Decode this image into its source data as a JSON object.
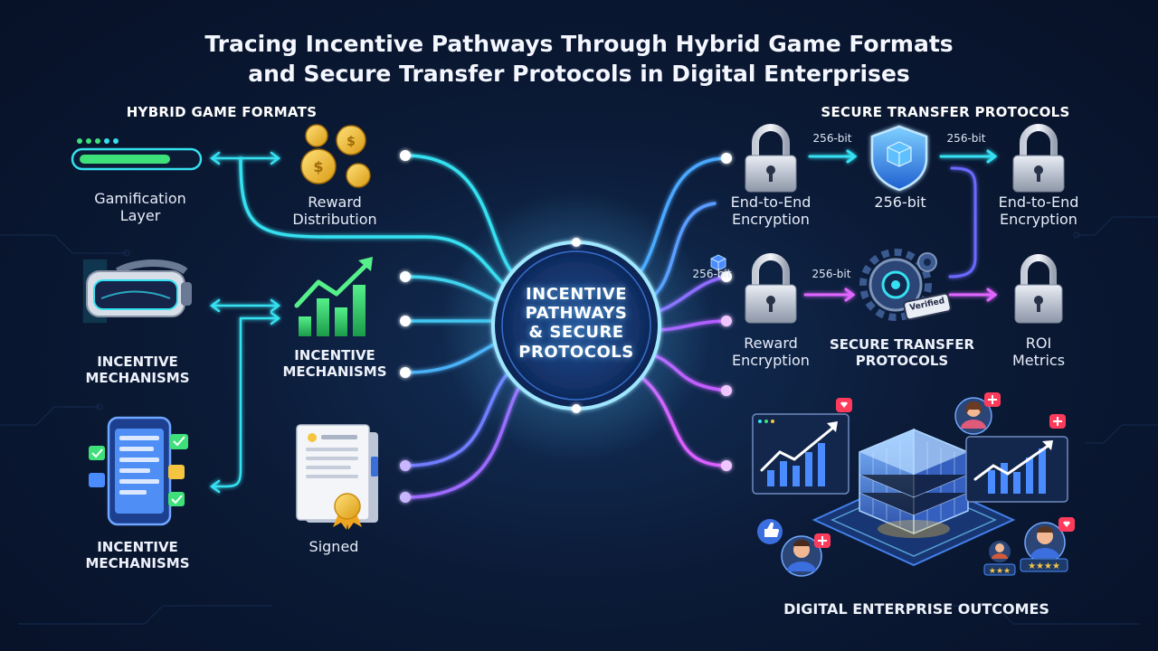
{
  "title": {
    "line1": "Tracing Incentive Pathways Through Hybrid Game Formats",
    "line2": "and Secure Transfer Protocols in Digital Enterprises"
  },
  "left_section": {
    "heading": "HYBRID GAME FORMATS",
    "gamification": [
      "Gamification",
      "Layer"
    ],
    "reward_distribution": [
      "Reward",
      "Distribution"
    ],
    "incentive_mechanisms_vr": [
      "INCENTIVE",
      "MECHANISMS"
    ],
    "incentive_mechanisms_chart": [
      "INCENTIVE",
      "MECHANISMS"
    ],
    "incentive_mechanisms_mobile": [
      "INCENTIVE",
      "MECHANISMS"
    ],
    "signed": "Signed"
  },
  "center": {
    "label": [
      "INCENTIVE",
      "PATHWAYS",
      "& SECURE",
      "PROTOCOLS"
    ]
  },
  "right_section": {
    "heading": "SECURE TRANSFER PROTOCOLS",
    "bit_tag": "256-bit",
    "e2e_left": [
      "End-to-End",
      "Encryption"
    ],
    "shield_label": "256-bit",
    "e2e_right": [
      "End-to-End",
      "Encryption"
    ],
    "reward_encryption": [
      "Reward",
      "Encryption"
    ],
    "secure_transfer": [
      "SECURE TRANSFER",
      "PROTOCOLS"
    ],
    "verified_stamp": "Verified",
    "roi": [
      "ROI",
      "Metrics"
    ],
    "outcomes": "DIGITAL ENTERPRISE OUTCOMES"
  },
  "colors": {
    "cyan": "#35e0f0",
    "blue": "#4a8cff",
    "purple": "#b25cff",
    "magenta": "#e066ff",
    "gold": "#f5c542",
    "green": "#3ee07a"
  }
}
